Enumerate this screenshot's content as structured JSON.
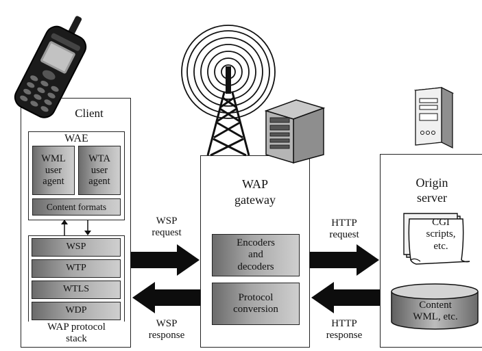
{
  "client": {
    "title": "Client",
    "wae": {
      "title": "WAE",
      "wml_agent": "WML\nuser\nagent",
      "wta_agent": "WTA\nuser\nagent",
      "content_formats": "Content formats"
    },
    "stack_layers": [
      "WSP",
      "WTP",
      "WTLS",
      "WDP"
    ],
    "stack_label": "WAP protocol\nstack"
  },
  "gateway": {
    "title": "WAP\ngateway",
    "encoders": "Encoders\nand\ndecoders",
    "protocol_conversion": "Protocol\nconversion"
  },
  "origin": {
    "title": "Origin\nserver",
    "cgi": "CGI\nscripts,\netc.",
    "content": "Content\nWML, etc."
  },
  "arrows": {
    "wsp_request": "WSP\nrequest",
    "wsp_response": "WSP\nresponse",
    "http_request": "HTTP\nrequest",
    "http_response": "HTTP\nresponse"
  }
}
